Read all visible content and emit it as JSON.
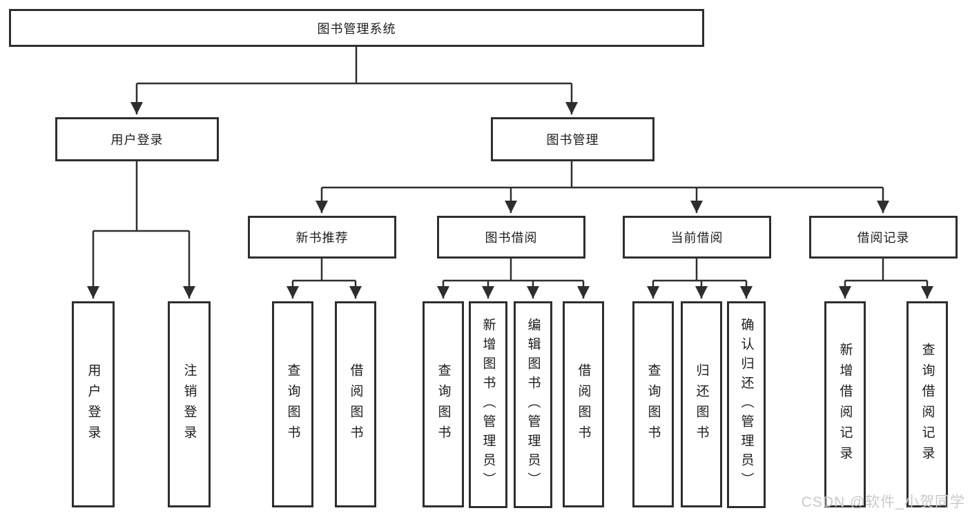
{
  "tree": {
    "label": "图书管理系统",
    "children": [
      {
        "label": "用户登录",
        "children": [
          {
            "label": "用户登录"
          },
          {
            "label": "注销登录"
          }
        ]
      },
      {
        "label": "图书管理",
        "children": [
          {
            "label": "新书推荐",
            "children": [
              {
                "label": "查询图书"
              },
              {
                "label": "借阅图书"
              }
            ]
          },
          {
            "label": "图书借阅",
            "children": [
              {
                "label": "查询图书"
              },
              {
                "label": "新增图书（管理员）"
              },
              {
                "label": "编辑图书（管理员）"
              },
              {
                "label": "借阅图书"
              }
            ]
          },
          {
            "label": "当前借阅",
            "children": [
              {
                "label": "查询图书"
              },
              {
                "label": "归还图书"
              },
              {
                "label": "确认归还（管理员）"
              }
            ]
          },
          {
            "label": "借阅记录",
            "children": [
              {
                "label": "新增借阅记录"
              },
              {
                "label": "查询借阅记录"
              }
            ]
          }
        ]
      }
    ]
  },
  "watermark": "CSDN @软件_小贺同学",
  "colors": {
    "line": "#2e2e2e",
    "box_background": "#ffffff",
    "text": "#1d1d1d",
    "watermark": "#c9c9c9"
  }
}
